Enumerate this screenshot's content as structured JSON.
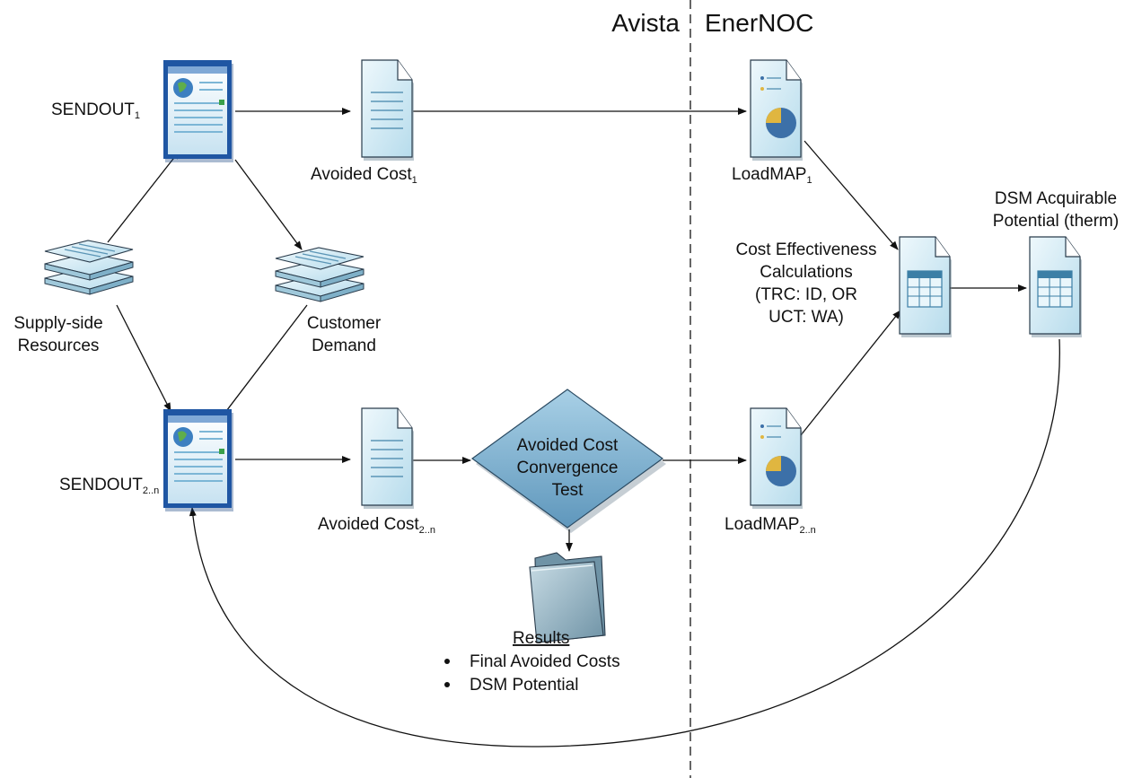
{
  "header": {
    "left_org": "Avista",
    "right_org": "EnerNOC"
  },
  "nodes": {
    "sendout1": {
      "label": "SENDOUT",
      "subscript": "1"
    },
    "sendout2": {
      "label": "SENDOUT",
      "subscript": "2..n"
    },
    "avoided1": {
      "label": "Avoided Cost",
      "subscript": "1"
    },
    "avoided2": {
      "label": "Avoided Cost",
      "subscript": "2..n"
    },
    "supply": {
      "line1": "Supply-side",
      "line2": "Resources"
    },
    "demand": {
      "line1": "Customer",
      "line2": "Demand"
    },
    "convergence": {
      "line1": "Avoided Cost",
      "line2": "Convergence",
      "line3": "Test"
    },
    "loadmap1": {
      "label": "LoadMAP",
      "subscript": "1"
    },
    "loadmap2": {
      "label": "LoadMAP",
      "subscript": "2..n"
    },
    "cost_eff": {
      "line1": "Cost Effectiveness",
      "line2": "Calculations",
      "line3": "(TRC:  ID, OR",
      "line4": "UCT:  WA)"
    },
    "dsm": {
      "line1": "DSM Acquirable",
      "line2": "Potential (therm)"
    },
    "results": {
      "title": "Results",
      "items": [
        "Final Avoided Costs",
        "DSM Potential"
      ]
    }
  },
  "colors": {
    "doc_fill": "#d6eef7",
    "doc_stroke": "#2a3c4c",
    "diamond": "#7fb3d0",
    "browser_frame": "#1f56a3",
    "pie_blue": "#3c70a8",
    "pie_gold": "#e0b640",
    "folder": "#8fb2c3"
  },
  "icons": {
    "sendout": "browser-window-icon",
    "avoided": "document-icon",
    "stack": "stacked-documents-icon",
    "loadmap": "report-pie-chart-icon",
    "table": "spreadsheet-document-icon",
    "folder": "folder-icon"
  }
}
